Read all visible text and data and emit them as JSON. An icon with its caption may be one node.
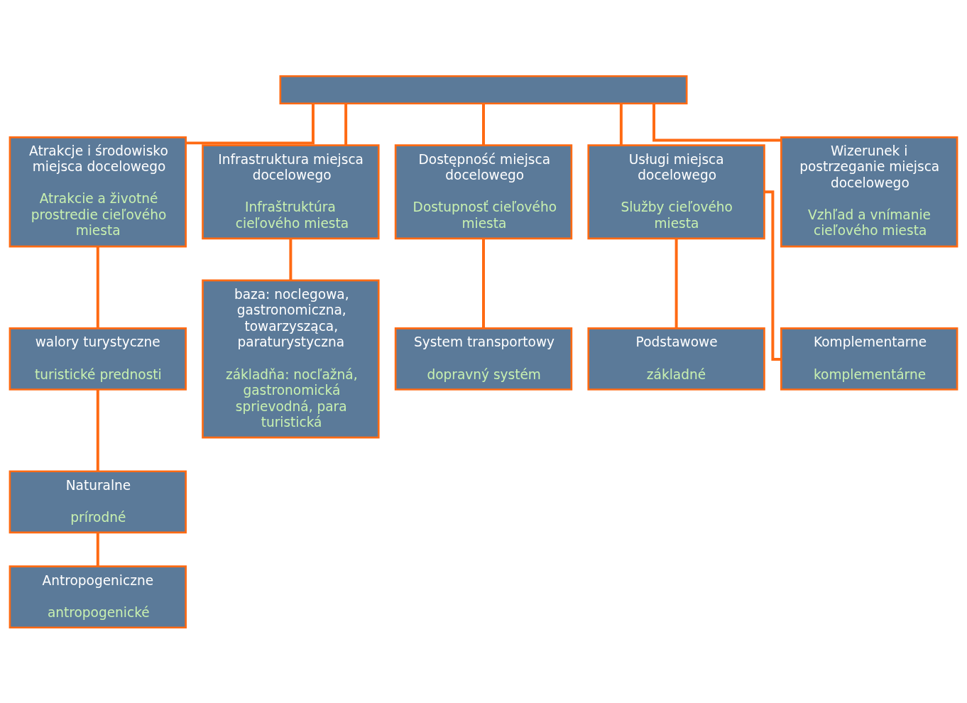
{
  "diagram": {
    "nodes": [
      {
        "text": [],
        "shape": "box"
      },
      {
        "text": [
          "Atrakcje i środowisko miejsca docelowego",
          "Atrakcie a životné prostredie cieľového miesta"
        ]
      },
      {
        "text": [
          "Infrastruktura miejsca docelowego",
          "Infraštruktúra cieľového miesta"
        ]
      },
      {
        "text": [
          "Dostępność miejsca docelowego",
          "Dostupnosť cieľového miesta"
        ]
      },
      {
        "text": [
          "Usługi miejsca docelowego",
          "Služby cieľového miesta"
        ]
      },
      {
        "text": [
          "Wizerunek i postrzeganie miejsca docelowego",
          "Vzhľad a vnímanie cieľového miesta"
        ]
      },
      {
        "text": [
          "walory turystyczne",
          "turistické prednosti"
        ]
      },
      {
        "text": [
          "baza: noclegowa, gastronomiczna, towarzysząca, paraturystyczna",
          "základňa: nocľažná, gastronomická sprievodná, para turistická"
        ]
      },
      {
        "text": [
          "System transportowy",
          "dopravný systém"
        ]
      },
      {
        "text": [
          "Podstawowe",
          "základné"
        ]
      },
      {
        "text": [
          "Komplementarne",
          "komplementárne"
        ]
      },
      {
        "text": [
          "Naturalne",
          "prírodné"
        ]
      },
      {
        "text": [
          "Antropogeniczne",
          "antropogenické"
        ]
      }
    ],
    "edges": [
      {
        "from": 0,
        "to": 1,
        "arrow": "none"
      },
      {
        "from": 0,
        "to": 2,
        "arrow": "none"
      },
      {
        "from": 0,
        "to": 3,
        "arrow": "none"
      },
      {
        "from": 0,
        "to": 4,
        "arrow": "none"
      },
      {
        "from": 0,
        "to": 5,
        "arrow": "none"
      },
      {
        "from": 1,
        "to": 6,
        "arrow": "none"
      },
      {
        "from": 2,
        "to": 7,
        "arrow": "none"
      },
      {
        "from": 3,
        "to": 8,
        "arrow": "none"
      },
      {
        "from": 4,
        "to": 9,
        "arrow": "none"
      },
      {
        "from": 4,
        "to": 10,
        "arrow": "none"
      },
      {
        "from": 6,
        "to": 11,
        "arrow": "none"
      },
      {
        "from": 11,
        "to": 12,
        "arrow": "none"
      }
    ]
  }
}
